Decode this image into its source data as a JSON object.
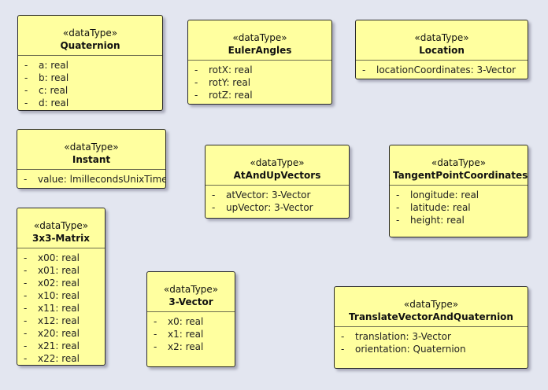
{
  "stereotype": "«dataType»",
  "classes": [
    {
      "key": "quaternion",
      "name": "Quaternion",
      "attributes": [
        {
          "vis": "-",
          "text": "a: real"
        },
        {
          "vis": "-",
          "text": "b: real"
        },
        {
          "vis": "-",
          "text": "c: real"
        },
        {
          "vis": "-",
          "text": "d: real"
        }
      ]
    },
    {
      "key": "euler",
      "name": "EulerAngles",
      "attributes": [
        {
          "vis": "-",
          "text": "rotX: real"
        },
        {
          "vis": "-",
          "text": "rotY: real"
        },
        {
          "vis": "-",
          "text": "rotZ: real"
        }
      ]
    },
    {
      "key": "location",
      "name": "Location",
      "attributes": [
        {
          "vis": "-",
          "text": "locationCoordinates: 3-Vector"
        }
      ]
    },
    {
      "key": "instant",
      "name": "Instant",
      "attributes": [
        {
          "vis": "-",
          "text": "value: lmillecondsUnixTime"
        }
      ]
    },
    {
      "key": "atandup",
      "name": "AtAndUpVectors",
      "attributes": [
        {
          "vis": "-",
          "text": "atVector: 3-Vector"
        },
        {
          "vis": "-",
          "text": "upVector: 3-Vector"
        }
      ]
    },
    {
      "key": "tangent",
      "name": "TangentPointCoordinates",
      "attributes": [
        {
          "vis": "-",
          "text": "longitude: real"
        },
        {
          "vis": "-",
          "text": "latitude: real"
        },
        {
          "vis": "-",
          "text": "height: real"
        }
      ]
    },
    {
      "key": "matrix",
      "name": "3x3-Matrix",
      "attributes": [
        {
          "vis": "-",
          "text": "x00: real"
        },
        {
          "vis": "-",
          "text": "x01: real"
        },
        {
          "vis": "-",
          "text": "x02: real"
        },
        {
          "vis": "-",
          "text": "x10: real"
        },
        {
          "vis": "-",
          "text": "x11: real"
        },
        {
          "vis": "-",
          "text": "x12: real"
        },
        {
          "vis": "-",
          "text": "x20: real"
        },
        {
          "vis": "-",
          "text": "x21: real"
        },
        {
          "vis": "-",
          "text": "x22: real"
        }
      ]
    },
    {
      "key": "vector",
      "name": "3-Vector",
      "attributes": [
        {
          "vis": "-",
          "text": "x0: real"
        },
        {
          "vis": "-",
          "text": "x1: real"
        },
        {
          "vis": "-",
          "text": "x2: real"
        }
      ]
    },
    {
      "key": "translate",
      "name": "TranslateVectorAndQuaternion",
      "attributes": [
        {
          "vis": "-",
          "text": "translation: 3-Vector"
        },
        {
          "vis": "-",
          "text": "orientation: Quaternion"
        }
      ]
    }
  ],
  "colors": {
    "background": "#e3e6f0",
    "class_fill": "#ffff9f",
    "class_border": "#2a2a2a"
  }
}
